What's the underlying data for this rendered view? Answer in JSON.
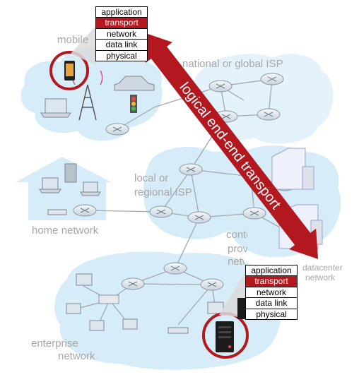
{
  "labels": {
    "mobile_network": "mobile",
    "national_isp": "national or global ISP",
    "local_isp_1": "local or",
    "local_isp_2": "regional ISP",
    "home_network": "home network",
    "content_provider_1": "content",
    "content_provider_2": "provider",
    "content_provider_3": "network",
    "datacenter_1": "datacenter",
    "datacenter_2": "network",
    "enterprise_1": "enterprise",
    "enterprise_2": "network"
  },
  "arrow_label": "logical end-end transport",
  "protocol_stack_top": {
    "layers": [
      "application",
      "transport",
      "network",
      "data link",
      "physical"
    ],
    "highlighted": "transport"
  },
  "protocol_stack_bottom": {
    "layers": [
      "application",
      "transport",
      "network",
      "data link",
      "physical"
    ],
    "highlighted": "transport"
  },
  "colors": {
    "cloud": "#d6ecf8",
    "arrow": "#b3181f",
    "highlight": "#b3181f",
    "label": "#a7a7a7",
    "router": "#e8eef5",
    "link": "#a0a8b0"
  }
}
